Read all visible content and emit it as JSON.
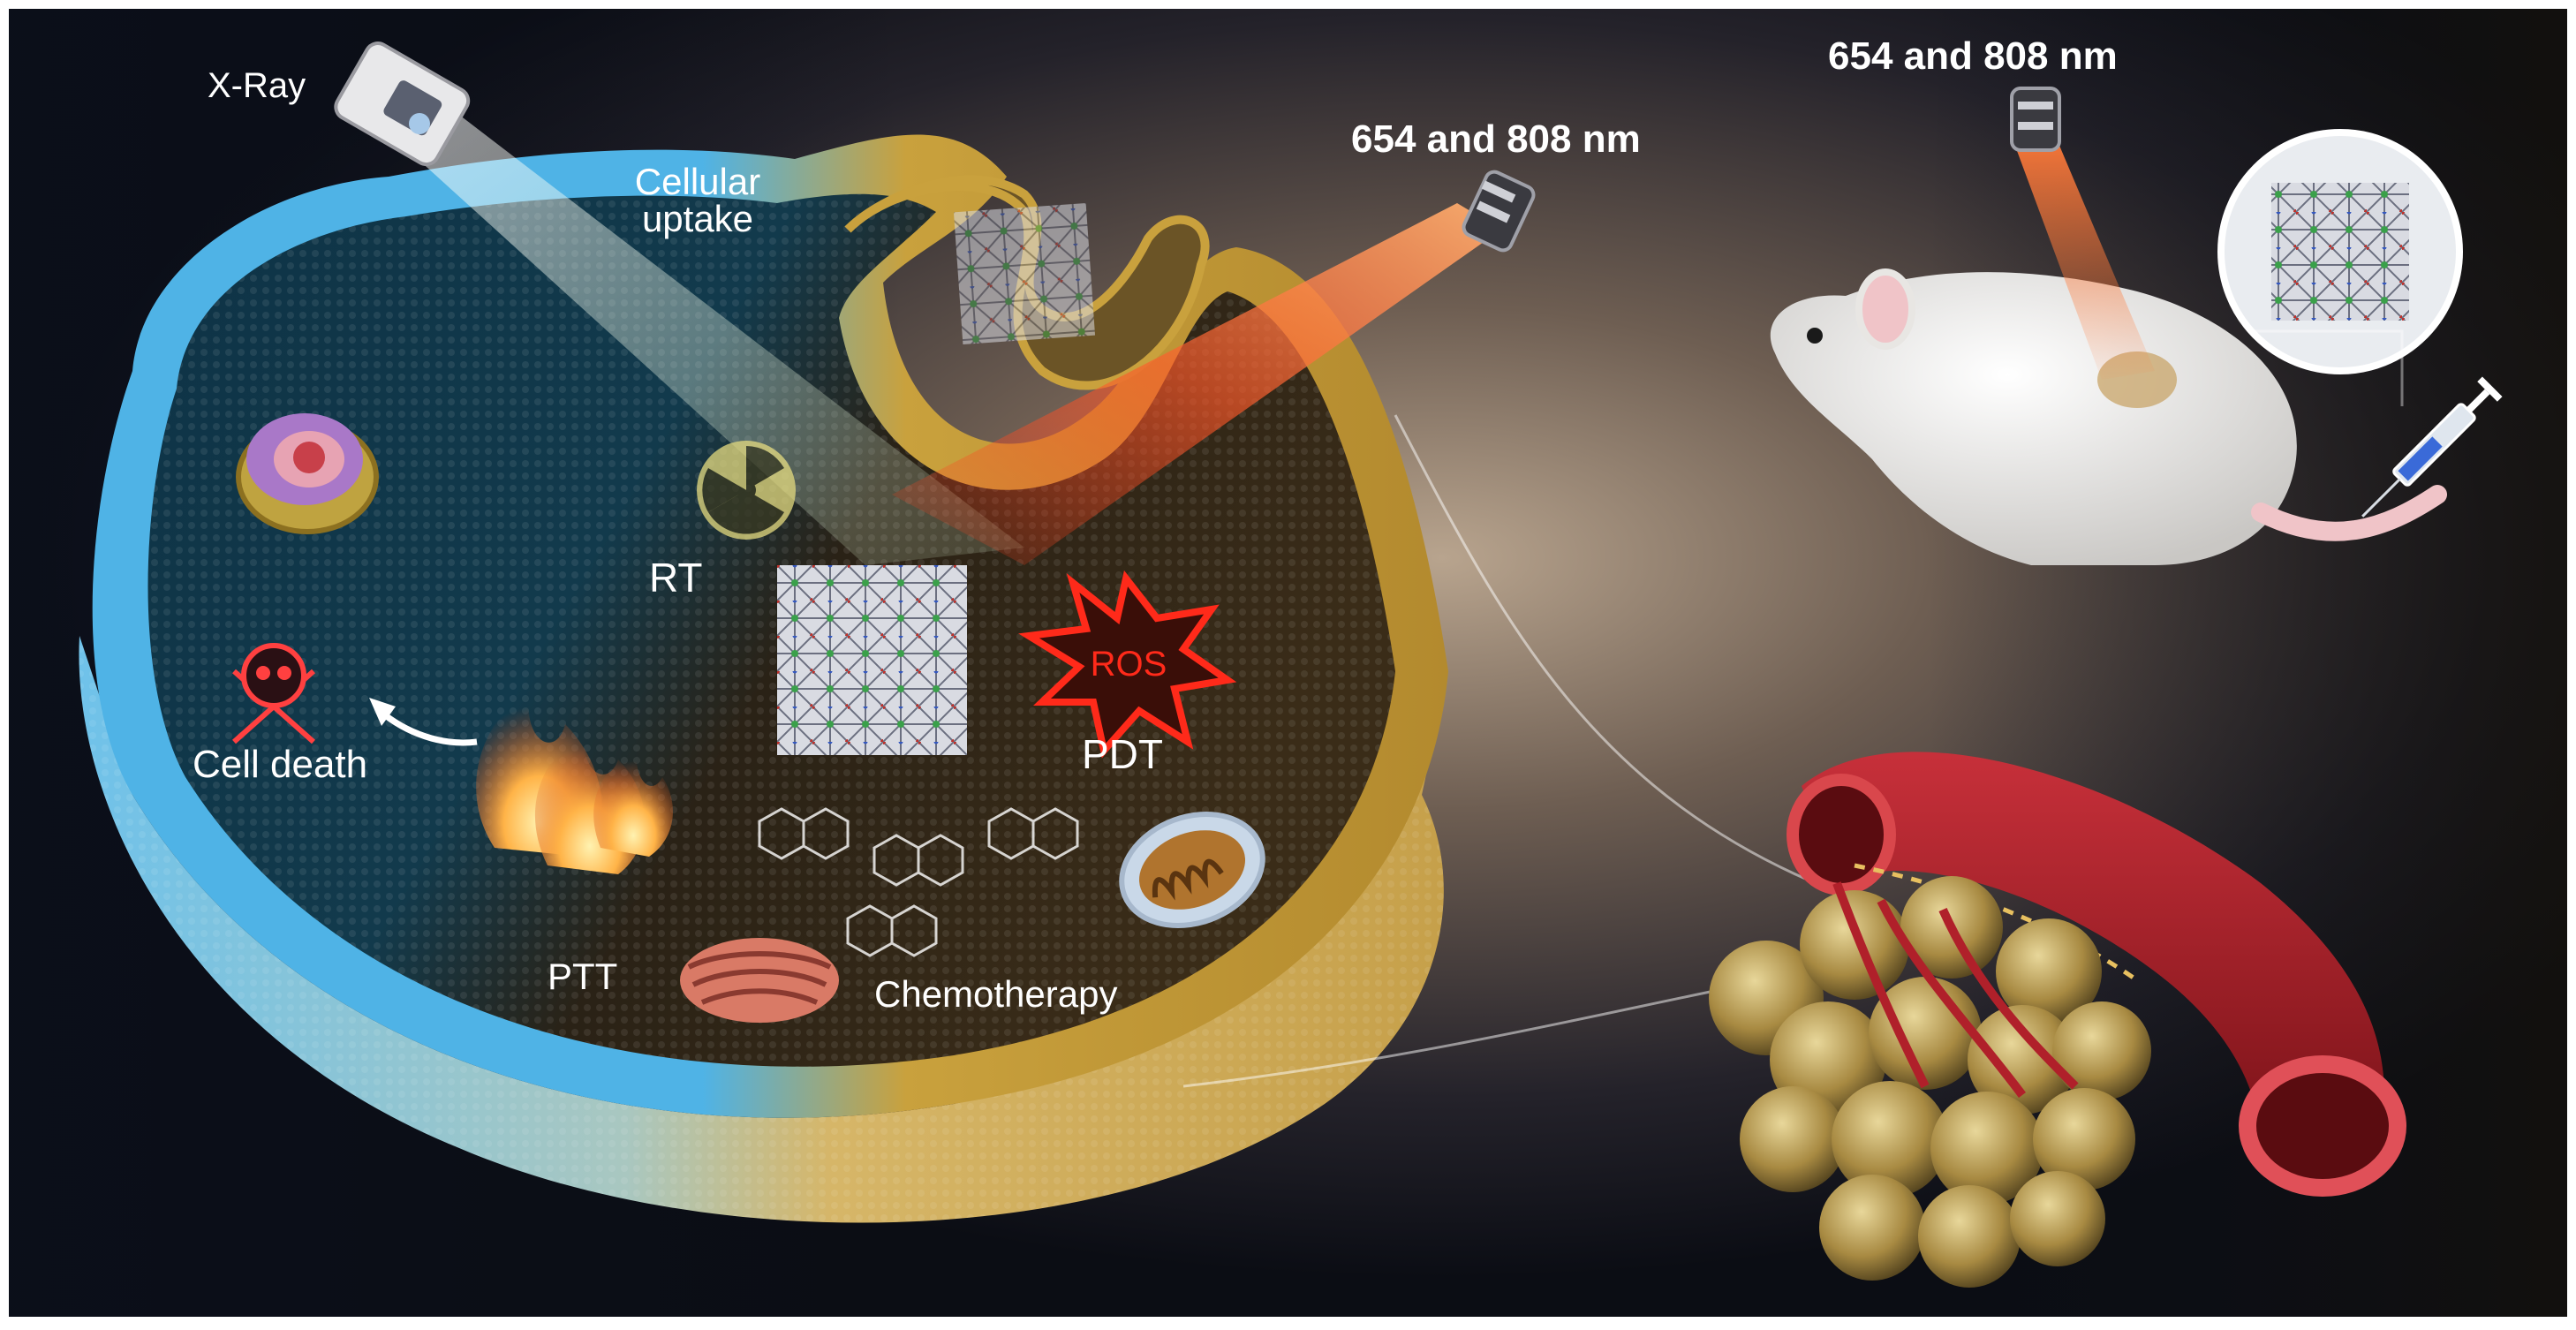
{
  "labels": {
    "xray": "X-Ray",
    "uptake_line1": "Cellular",
    "uptake_line2": "uptake",
    "laser_top": "654 and 808 nm",
    "laser_mid": "654 and 808 nm",
    "rt": "RT",
    "ros": "ROS",
    "pdt": "PDT",
    "cell_death": "Cell death",
    "ptt": "PTT",
    "chemotherapy": "Chemotherapy"
  },
  "colors": {
    "background_dark": "#0b0d14",
    "membrane_blue": "#4fb3e6",
    "membrane_gold": "#c9a13d",
    "ros_red": "#ff2a1a",
    "vessel_red": "#a01c22",
    "tumor_gold": "#b59a52",
    "label_white": "#ffffff"
  },
  "icons": {
    "xray_source": "xray-camera-icon",
    "radiation": "radiation-icon",
    "skull": "skull-crossbones-icon",
    "laser": "laser-emitter-icon",
    "syringe": "syringe-icon",
    "mouse": "mouse-icon"
  }
}
